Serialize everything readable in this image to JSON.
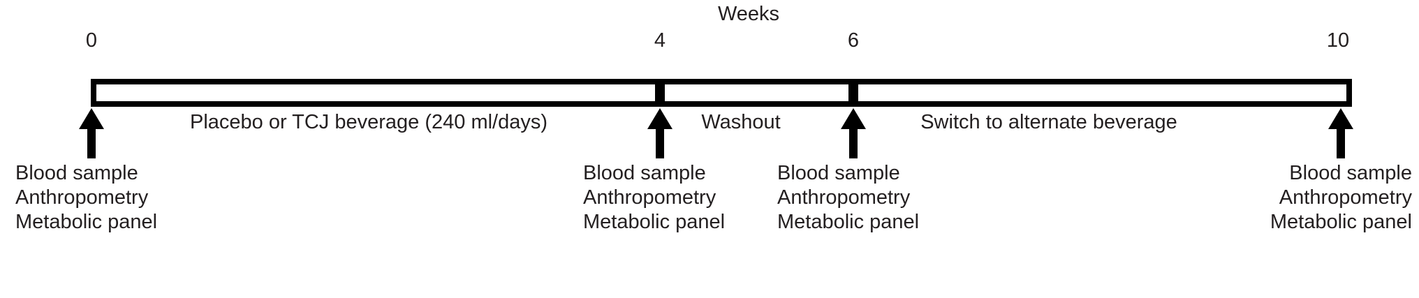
{
  "figure": {
    "axis_title": "Weeks",
    "background_color": "#ffffff",
    "line_color": "#000000",
    "text_color": "#231f20"
  },
  "chart_data": {
    "type": "timeline",
    "title": "Weeks",
    "xlabel": "Weeks",
    "ylabel": "",
    "xlim": [
      0,
      10
    ],
    "grid": false,
    "legend": "none",
    "tick_labels": [
      "0",
      "4",
      "6",
      "10"
    ],
    "tick_values": [
      0,
      4,
      6,
      10
    ],
    "segments": [
      {
        "label": "Placebo or TCJ beverage (240 ml/days)",
        "start": 0,
        "end": 4
      },
      {
        "label": "Washout",
        "start": 4,
        "end": 6
      },
      {
        "label": "Switch to alternate beverage",
        "start": 6,
        "end": 10
      }
    ],
    "timepoints": [
      {
        "week": 0,
        "assessments": [
          "Blood sample",
          "Anthropometry",
          "Metabolic panel"
        ]
      },
      {
        "week": 4,
        "assessments": [
          "Blood sample",
          "Anthropometry",
          "Metabolic panel"
        ]
      },
      {
        "week": 6,
        "assessments": [
          "Blood sample",
          "Anthropometry",
          "Metabolic panel"
        ]
      },
      {
        "week": 10,
        "assessments": [
          "Blood sample",
          "Anthropometry",
          "Metabolic panel"
        ]
      }
    ]
  },
  "ticks": {
    "t0": "0",
    "t4": "4",
    "t6": "6",
    "t10": "10"
  },
  "phases": {
    "phase1": "Placebo or TCJ beverage (240 ml/days)",
    "phase2": "Washout",
    "phase3": "Switch to alternate beverage"
  },
  "assessments": {
    "block1": {
      "line1": "Blood sample",
      "line2": "Anthropometry",
      "line3": "Metabolic panel"
    },
    "block2": {
      "line1": "Blood sample",
      "line2": "Anthropometry",
      "line3": "Metabolic panel"
    },
    "block3": {
      "line1": "Blood sample",
      "line2": "Anthropometry",
      "line3": "Metabolic panel"
    },
    "block4": {
      "line1": "Blood sample",
      "line2": "Anthropometry",
      "line3": "Metabolic panel"
    }
  }
}
